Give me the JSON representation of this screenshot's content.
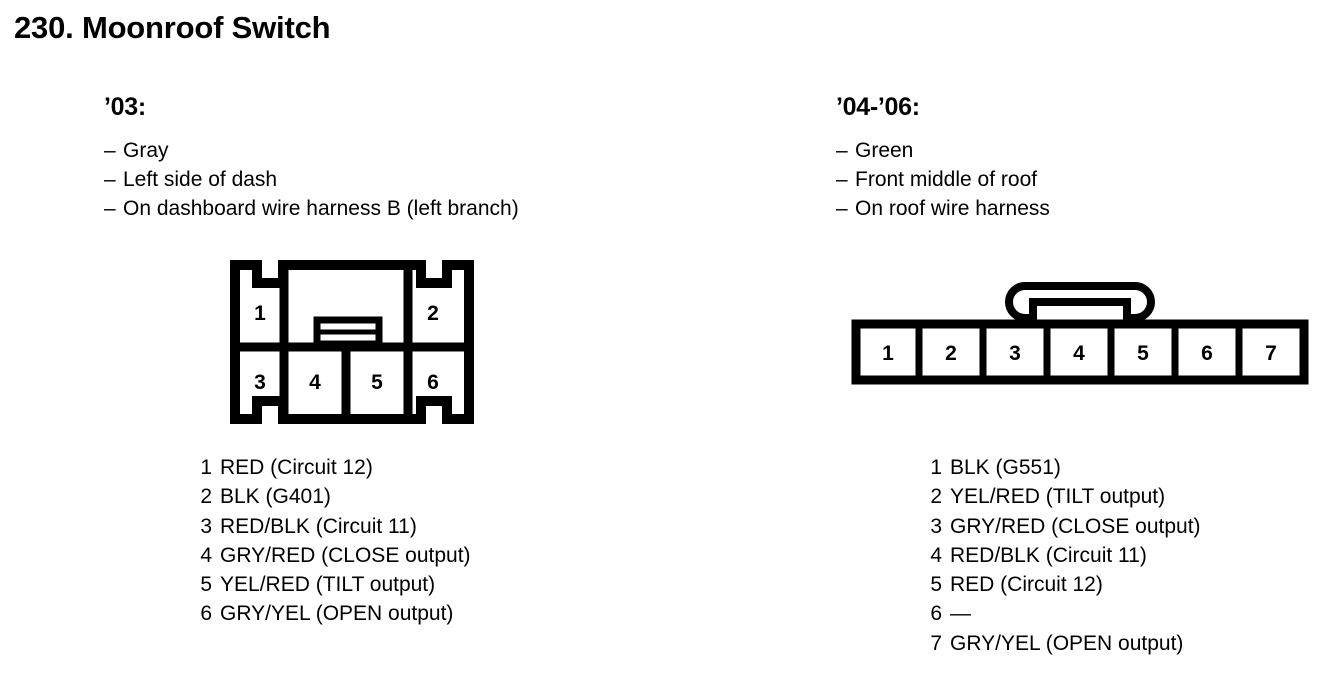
{
  "page": {
    "title": "230. Moonroof Switch"
  },
  "variants": [
    {
      "heading": "’03:",
      "notes": [
        "Gray",
        "Left side of dash",
        "On dashboard wire harness B (left branch)"
      ],
      "connector": {
        "name": "6-pin two-row connector",
        "rows": [
          [
            "1",
            "",
            "",
            "2"
          ],
          [
            "3",
            "4",
            "5",
            "6"
          ]
        ],
        "latch": "center-ribbed-tab"
      },
      "pins": [
        {
          "number": "1",
          "description": "RED (Circuit 12)"
        },
        {
          "number": "2",
          "description": "BLK (G401)"
        },
        {
          "number": "3",
          "description": "RED/BLK (Circuit 11)"
        },
        {
          "number": "4",
          "description": "GRY/RED (CLOSE output)"
        },
        {
          "number": "5",
          "description": "YEL/RED (TILT output)"
        },
        {
          "number": "6",
          "description": "GRY/YEL (OPEN output)"
        }
      ]
    },
    {
      "heading": "’04-’06:",
      "notes": [
        "Green",
        "Front middle of roof",
        "On roof wire harness"
      ],
      "connector": {
        "name": "7-pin single-row connector",
        "rows": [
          [
            "1",
            "2",
            "3",
            "4",
            "5",
            "6",
            "7"
          ]
        ],
        "latch": "top-t-tab"
      },
      "pins": [
        {
          "number": "1",
          "description": "BLK (G551)"
        },
        {
          "number": "2",
          "description": "YEL/RED (TILT output)"
        },
        {
          "number": "3",
          "description": "GRY/RED (CLOSE output)"
        },
        {
          "number": "4",
          "description": "RED/BLK (Circuit 11)"
        },
        {
          "number": "5",
          "description": "RED (Circuit 12)"
        },
        {
          "number": "6",
          "description": "—"
        },
        {
          "number": "7",
          "description": "GRY/YEL (OPEN output)"
        }
      ]
    }
  ],
  "style": {
    "ink": "#000000",
    "paper": "#ffffff",
    "note_dash": "–"
  }
}
